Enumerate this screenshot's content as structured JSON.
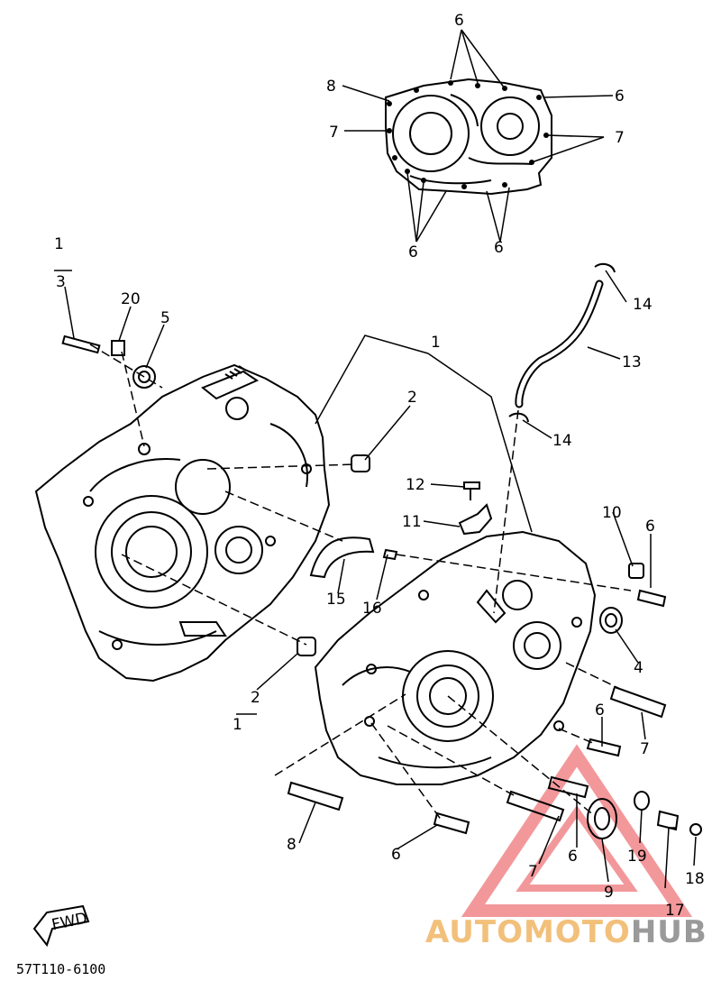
{
  "diagram": {
    "part_code": "57T110-6100",
    "fwd_label": "FWD",
    "callouts": {
      "n1": "1",
      "n1b": "1",
      "n1c": "1",
      "n2": "2",
      "n2b": "2",
      "n3": "3",
      "n4": "4",
      "n5": "5",
      "n6a": "6",
      "n6b": "6",
      "n6c": "6",
      "n6d": "6",
      "n6e": "6",
      "n6f": "6",
      "n6g": "6",
      "n6h": "6",
      "n7a": "7",
      "n7b": "7",
      "n7c": "7",
      "n7d": "7",
      "n8a": "8",
      "n8b": "8",
      "n9": "9",
      "n10": "10",
      "n11": "11",
      "n12": "12",
      "n13": "13",
      "n14a": "14",
      "n14b": "14",
      "n15": "15",
      "n16": "16",
      "n17": "17",
      "n18": "18",
      "n19": "19",
      "n20": "20"
    }
  },
  "watermark": {
    "part1": "AUTOMOTO",
    "part2": "HUB",
    "color_primary": "#f2c07a",
    "color_secondary": "#9a9a9a",
    "triangle_color": "#e8454a"
  }
}
